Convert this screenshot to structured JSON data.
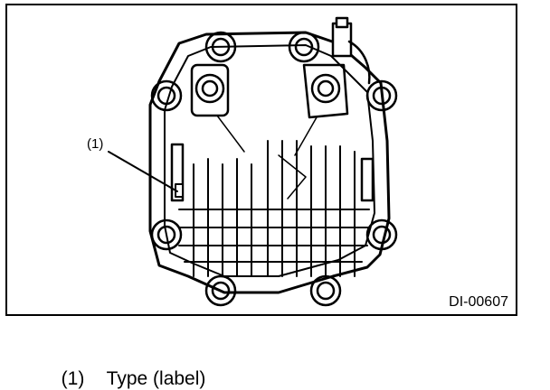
{
  "figure": {
    "callout": "(1)",
    "id": "DI-00607"
  },
  "legend": [
    {
      "number": "(1)",
      "text": "Type (label)"
    }
  ]
}
